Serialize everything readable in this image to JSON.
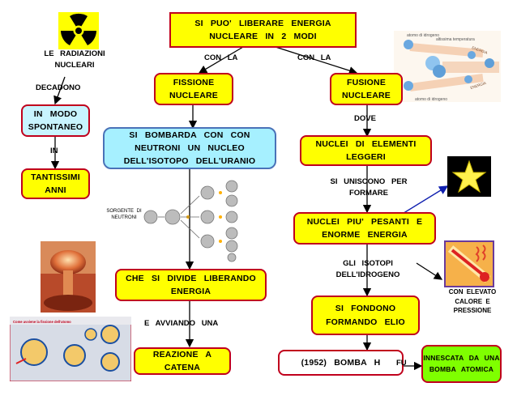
{
  "title": "SI PUO' LIBERARE ENERGIA NUCLEARE IN 2 MODI",
  "left": {
    "radiazioni": "LE RADIAZIONI NUCLEARI",
    "decadono": "DECADONO",
    "spontaneo": "IN MODO SPONTANEO",
    "in": "IN",
    "tantissimi": "TANTISSIMI ANNI"
  },
  "fissione": {
    "con_la": "CON LA",
    "title": "FISSIONE NUCLEARE",
    "bombarda": "SI BOMBARDA CON CON NEUTRONI UN NUCLEO DELL'ISOTOPO DELL'URANIO",
    "sorgente": "SORGENTE DI NEUTRONI",
    "divide": "CHE SI DIVIDE LIBERANDO ENERGIA",
    "avviando": "E AVVIANDO UNA",
    "reazione": "REAZIONE A CATENA"
  },
  "fusione": {
    "con_la": "CON LA",
    "title": "FUSIONE NUCLEARE",
    "dove": "DOVE",
    "nuclei": "NUCLEI DI ELEMENTI LEGGERI",
    "uniscono": "SI UNISCONO PER FORMARE",
    "pesanti": "NUCLEI PIU' PESANTI E ENORME ENERGIA",
    "isotopi": "GLI ISOTOPI DELL'IDROGENO",
    "elevato": "CON ELEVATO CALORE E PRESSIONE",
    "fondono": "SI FONDONO FORMANDO ELIO",
    "bomba": "(1952) BOMBA H",
    "fu": "FU",
    "innescata": "INNESCATA DA UNA BOMBA ATOMICA"
  },
  "image_labels": {
    "atomo1": "atomo di idrogeno",
    "temperatura": "altissima temperatura",
    "atomo2": "atomo di idrogeno",
    "energia1": "ENERGIA",
    "energia2": "ENERGIA",
    "come": "Come avviene la fissione dell'atomo"
  },
  "colors": {
    "yellow": "#ffff00",
    "border": "#c0001c",
    "cyan": "#a6f0ff",
    "green": "#7fff00"
  },
  "icons": [
    "radiation-icon",
    "star-icon",
    "thermometer-icon",
    "mushroom-cloud-image",
    "fission-chain-image",
    "fusion-image",
    "fission-poster-image"
  ]
}
